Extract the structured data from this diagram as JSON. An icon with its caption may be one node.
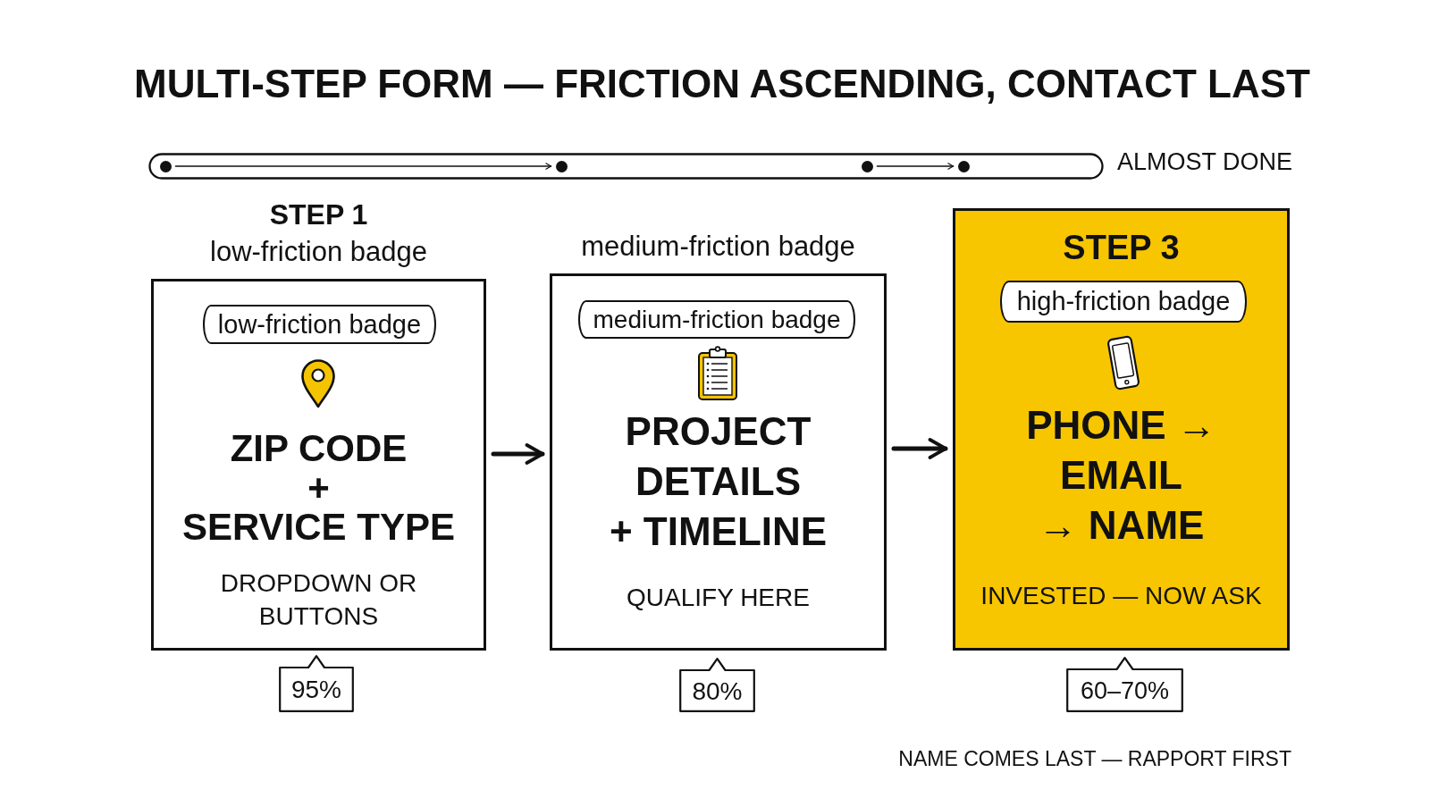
{
  "diagram": {
    "title": "MULTI-STEP FORM — FRICTION ASCENDING, CONTACT LAST",
    "nodes": [
      {
        "text": [],
        "shape": "bar",
        "beside": [
          "ALMOST DONE"
        ]
      },
      {
        "text": [],
        "shape": "circle",
        "in": 0
      },
      {
        "text": [],
        "shape": "circle",
        "in": 0
      },
      {
        "text": [],
        "shape": "circle",
        "in": 0
      },
      {
        "text": [],
        "shape": "circle",
        "in": 0
      },
      {
        "text": [
          "STEP 1",
          "low-friction badge",
          "ZIP CODE + SERVICE TYPE",
          "DROPDOWN OR BUTTONS"
        ]
      },
      {
        "text": [
          "low-friction badge"
        ],
        "in": 5
      },
      {
        "text": [
          "95%"
        ]
      },
      {
        "text": [
          "medium-friction badge",
          "PROJECT DETAILS + TIMELINE",
          "QUALIFY HERE"
        ]
      },
      {
        "text": [
          "medium-friction badge"
        ],
        "in": 8
      },
      {
        "text": [
          "80%"
        ]
      },
      {
        "text": [
          "STEP 3",
          "PHONE → EMAIL → NAME",
          "INVESTED — NOW ASK"
        ]
      },
      {
        "text": [
          "high-friction badge"
        ],
        "in": 11
      },
      {
        "text": [
          "60–70%"
        ]
      }
    ],
    "edges": [
      {
        "from": 1,
        "to": 2,
        "arrow": "to"
      },
      {
        "from": 3,
        "to": 4,
        "arrow": "to"
      },
      {
        "from": 5,
        "to": 8,
        "arrow": "to",
        "style": "thick"
      },
      {
        "from": 8,
        "to": 11,
        "arrow": "to",
        "style": "thick"
      }
    ],
    "labels": [
      "NAME COMES LAST — RAPPORT FIRST"
    ]
  }
}
